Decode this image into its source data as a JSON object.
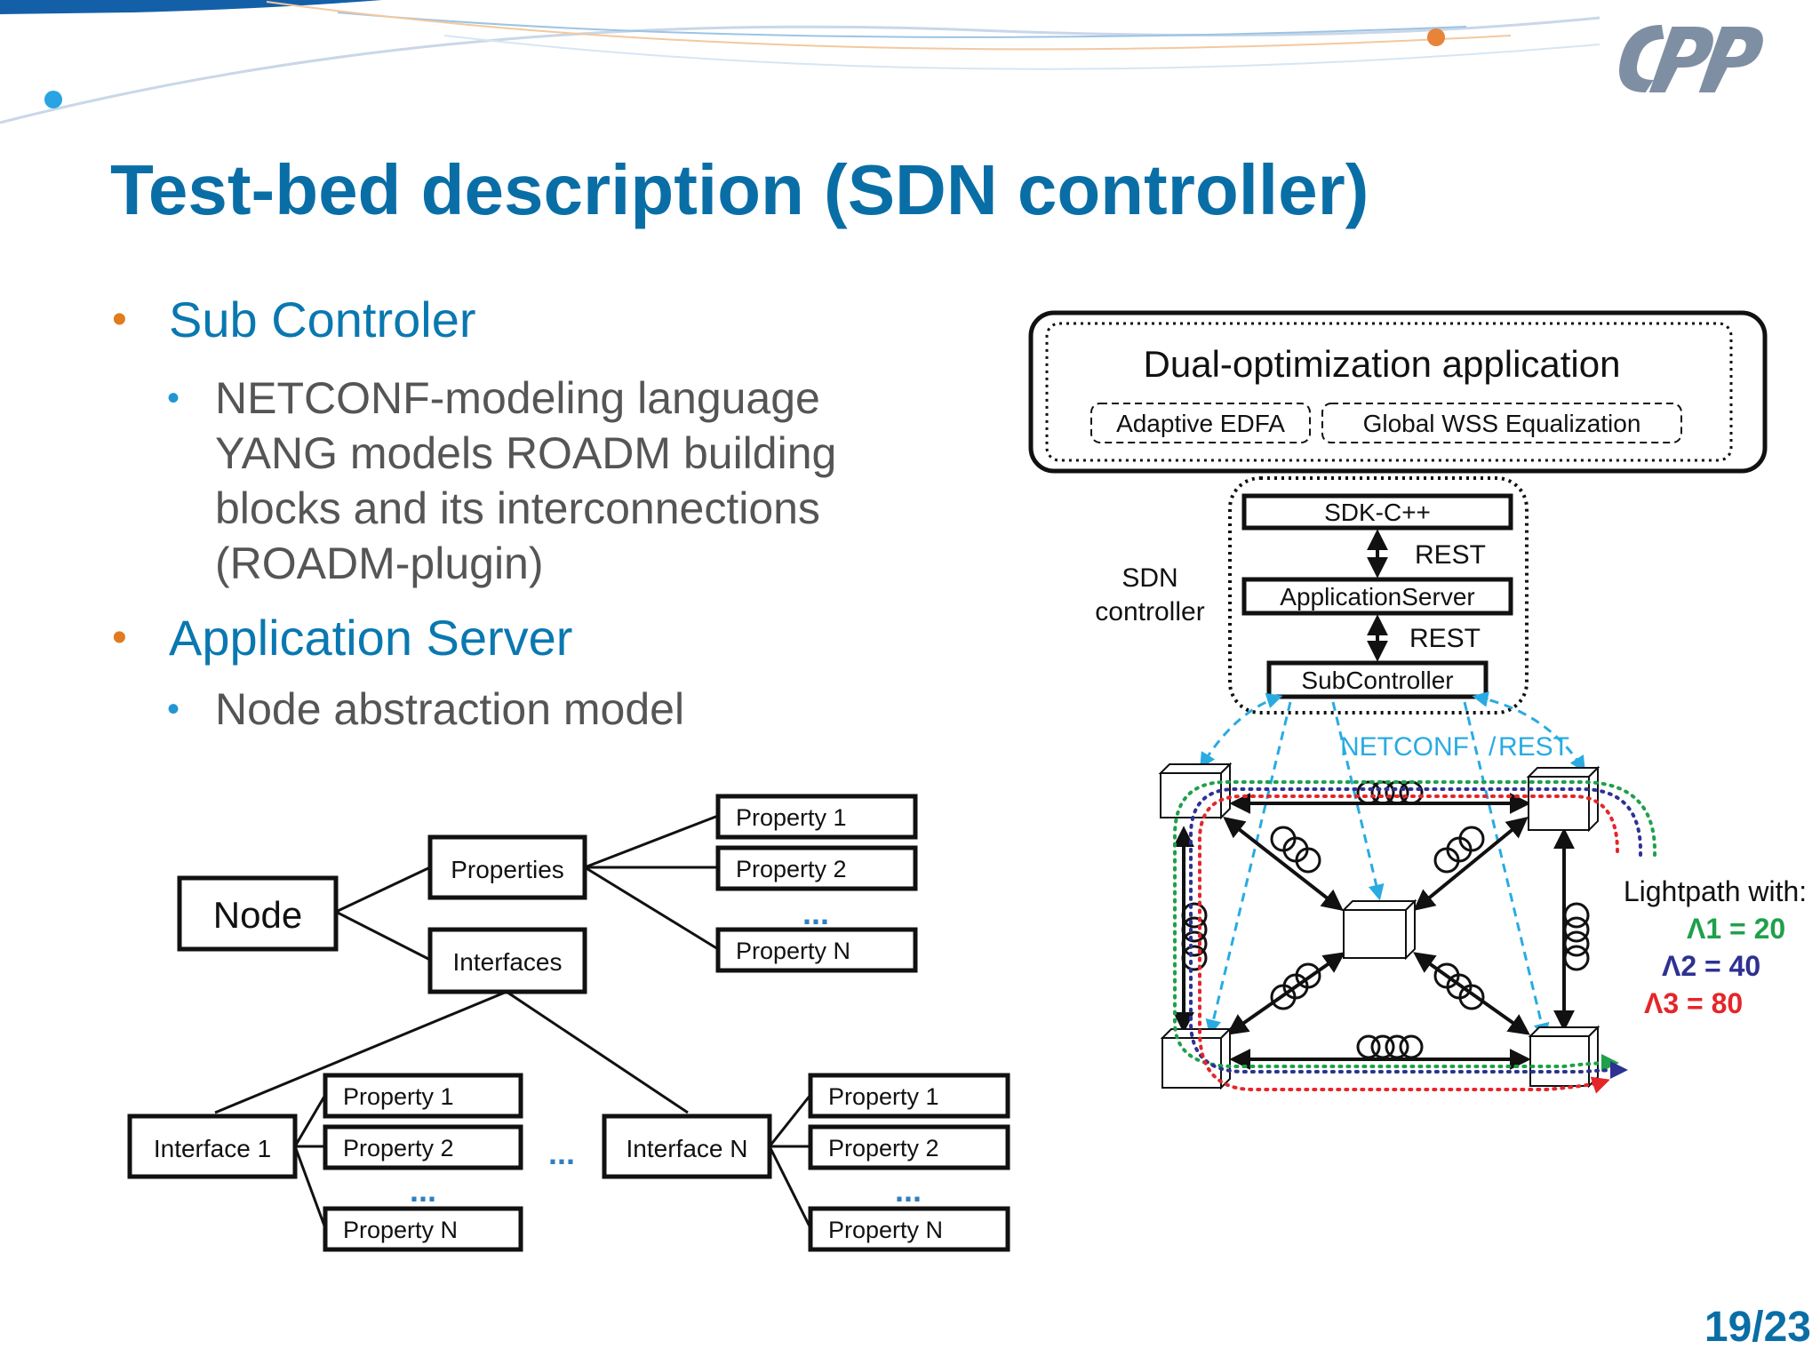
{
  "slide": {
    "title": "Test-bed description (SDN controller)",
    "page": "19/23"
  },
  "bullets": [
    {
      "text": "Sub Controler",
      "sub": [
        "NETCONF-modeling language",
        "YANG models ROADM building",
        "blocks and its interconnections",
        "(ROADM-plugin)"
      ]
    },
    {
      "text": "Application Server",
      "sub": [
        "Node abstraction model"
      ]
    }
  ],
  "node_tree": {
    "node": "Node",
    "properties": "Properties",
    "interfaces": "Interfaces",
    "property_1": "Property 1",
    "property_2": "Property 2",
    "property_n": "Property N",
    "ellipsis": "...",
    "interface_1": "Interface 1",
    "interface_n": "Interface N"
  },
  "sdn": {
    "app_title": "Dual-optimization application",
    "adaptive_edfa": "Adaptive EDFA",
    "global_wss": "Global WSS Equalization",
    "sdk": "SDK-C++",
    "rest": "REST",
    "app_server": "ApplicationServer",
    "subcontroller": "SubController",
    "sdn_label_line1": "SDN",
    "sdn_label_line2": "controller",
    "netconf": "NETCONF",
    "netconf_sep": "/",
    "rest_link": "REST",
    "lightpath_with": "Lightpath with:",
    "lambda1": "Λ1 = 20",
    "lambda2": "Λ2 = 40",
    "lambda3": "Λ3 = 80"
  },
  "colors": {
    "title": "#0a6ea6",
    "bullet_primary": "#0a78b0",
    "bullet_dot_primary": "#e07b1e",
    "bullet_secondary_text": "#555555",
    "bullet_dot_secondary": "#2196d3",
    "link_dashed": "#29abe2",
    "lambda1": "#1fa04b",
    "lambda2": "#2e3192",
    "lambda3": "#e4262a"
  }
}
